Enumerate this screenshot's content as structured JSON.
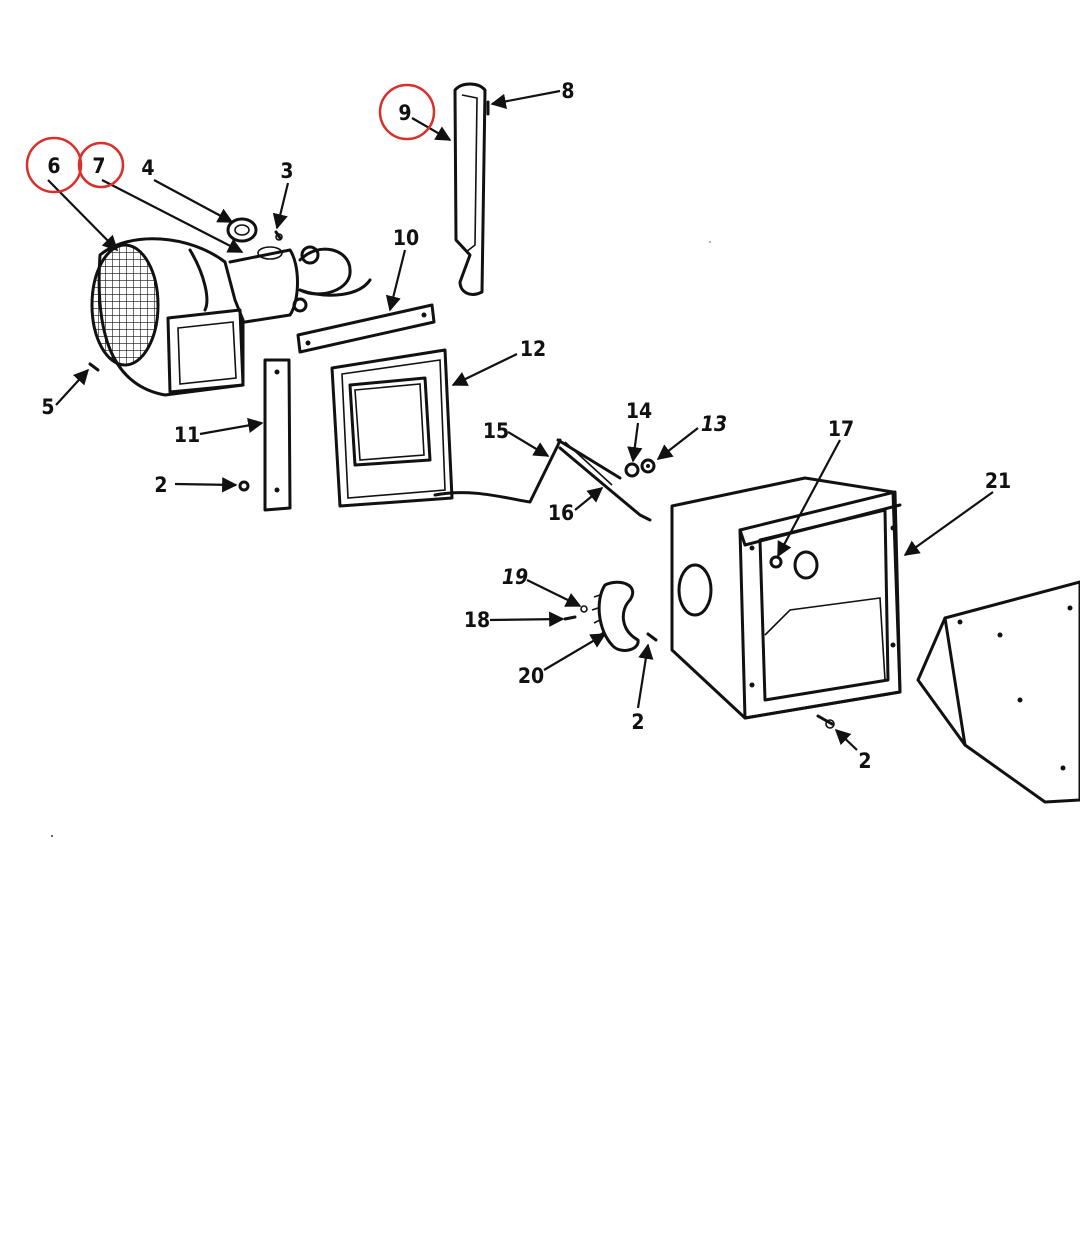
{
  "callouts": {
    "c2": "2",
    "c3": "3",
    "c4": "4",
    "c5": "5",
    "c6": "6",
    "c7": "7",
    "c8": "8",
    "c9": "9",
    "c10": "10",
    "c11": "11",
    "c12": "12",
    "c13": "13",
    "c14": "14",
    "c15": "15",
    "c16": "16",
    "c17": "17",
    "c18": "18",
    "c19": "19",
    "c20": "20",
    "c21": "21"
  },
  "highlighted_callouts": [
    "6",
    "7",
    "9"
  ],
  "colors": {
    "highlight": "#d9302c",
    "ink": "#111111",
    "background": "#ffffff"
  }
}
